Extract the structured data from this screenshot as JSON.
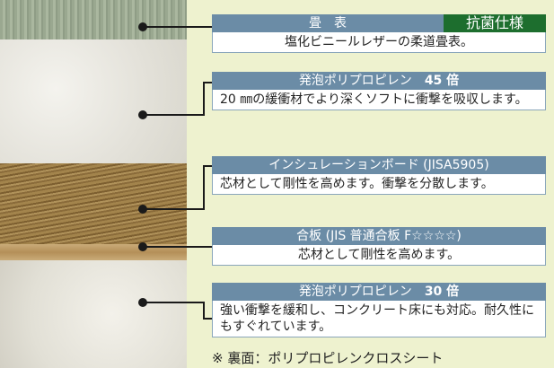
{
  "layers": [
    {
      "title": "畳　表",
      "badge": "抗菌仕様",
      "desc": "塩化ビニールレザーの柔道畳表。"
    },
    {
      "title": "発泡ポリプロピレン",
      "mult": "45 倍",
      "desc": "20 ㎜の緩衝材でより深くソフトに衝撃を吸収します。"
    },
    {
      "title": "インシュレーションボード (JISA5905)",
      "desc": "芯材として剛性を高めます。衝撃を分散します。"
    },
    {
      "title": "合板 (JIS 普通合板 F☆☆☆☆)",
      "desc": "芯材として剛性を高めます。"
    },
    {
      "title": "発泡ポリプロピレン",
      "mult": "30 倍",
      "desc": "強い衝撃を緩和し、コンクリート床にも対応。耐久性にもすぐれています。"
    }
  ],
  "note": "※ 裏面：ポリプロピレンクロスシート"
}
